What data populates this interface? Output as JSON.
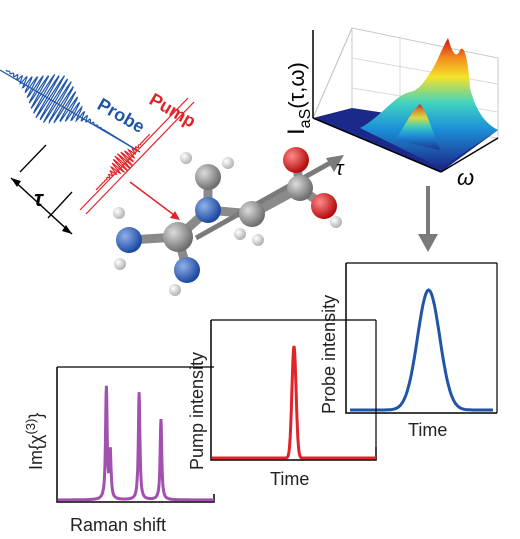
{
  "labels": {
    "probe": "Probe",
    "pump": "Pump",
    "tau": "τ",
    "omega": "ω",
    "surface_ylabel_main": "I",
    "surface_ylabel_sub": "aS",
    "surface_ylabel_args": "(τ,ω)"
  },
  "charts": {
    "raman": {
      "ylabel": "Im{χ⁽³⁾}",
      "ylabel_main": "Im{χ",
      "ylabel_sup": "(3)",
      "ylabel_end": "}",
      "xlabel": "Raman shift"
    },
    "pump": {
      "ylabel": "Pump intensity",
      "xlabel": "Time"
    },
    "probe": {
      "ylabel": "Probe intensity",
      "xlabel": "Time"
    }
  },
  "colors": {
    "probe": "#1f55a8",
    "pump": "#e0242a",
    "raman": "#a24fb0",
    "arrow": "#777777"
  },
  "chart_data": [
    {
      "type": "line",
      "title": "",
      "xlabel": "Raman shift",
      "ylabel": "Im{χ(3)}",
      "x": [
        0,
        0.2,
        0.31,
        0.33,
        0.5,
        0.56,
        0.75,
        1
      ],
      "series": [
        {
          "values": [
            0,
            0,
            1.0,
            0.42,
            0,
            0.96,
            0.72,
            0
          ]
        }
      ]
    },
    {
      "type": "line",
      "title": "",
      "xlabel": "Time",
      "ylabel": "Pump intensity",
      "x": [
        0,
        0.5,
        1
      ],
      "series": [
        {
          "values": [
            0,
            1,
            0
          ]
        }
      ]
    },
    {
      "type": "line",
      "title": "",
      "xlabel": "Time",
      "ylabel": "Probe intensity",
      "x": [
        0,
        0.5,
        1
      ],
      "series": [
        {
          "values": [
            0,
            1,
            0
          ]
        }
      ]
    }
  ]
}
